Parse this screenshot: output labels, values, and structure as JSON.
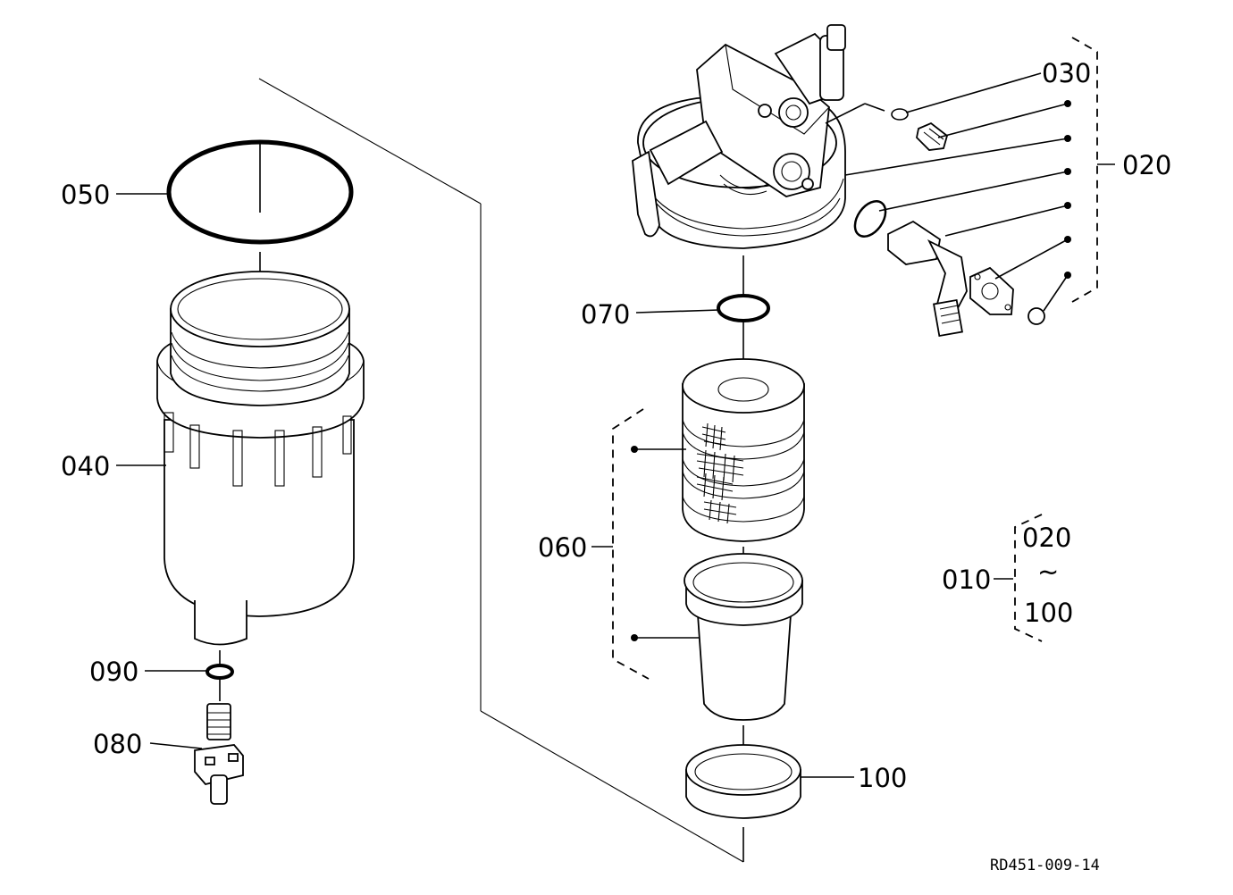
{
  "labels": {
    "p010": "010",
    "p020": "020",
    "p030": "030",
    "p040": "040",
    "p050": "050",
    "p060": "060",
    "p070": "070",
    "p080": "080",
    "p090": "090",
    "p100": "100"
  },
  "range": {
    "from": "020",
    "tilde": "~",
    "to": "100"
  },
  "reference_code": "RD451-009-14"
}
